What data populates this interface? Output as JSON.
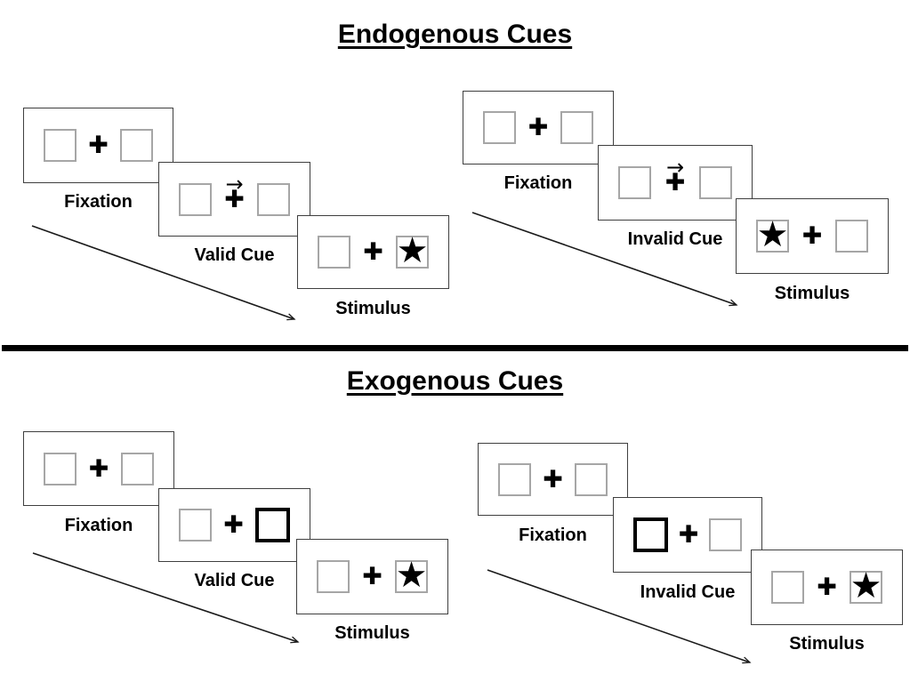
{
  "icons": {
    "plus": "✚",
    "star": "★",
    "cue_arrow": "→"
  },
  "colors": {
    "background": "#ffffff",
    "ink": "#000000",
    "panel_border": "#3f3f3f",
    "box_border": "#a6a6a6"
  },
  "sections": [
    {
      "title": "Endogenous Cues",
      "trials": [
        {
          "name": "valid",
          "panels": [
            {
              "label": "Fixation"
            },
            {
              "label": "Valid Cue"
            },
            {
              "label": "Stimulus"
            }
          ]
        },
        {
          "name": "invalid",
          "panels": [
            {
              "label": "Fixation"
            },
            {
              "label": "Invalid Cue"
            },
            {
              "label": "Stimulus"
            }
          ]
        }
      ]
    },
    {
      "title": "Exogenous Cues",
      "trials": [
        {
          "name": "valid",
          "panels": [
            {
              "label": "Fixation"
            },
            {
              "label": "Valid Cue"
            },
            {
              "label": "Stimulus"
            }
          ]
        },
        {
          "name": "invalid",
          "panels": [
            {
              "label": "Fixation"
            },
            {
              "label": "Invalid Cue"
            },
            {
              "label": "Stimulus"
            }
          ]
        }
      ]
    }
  ]
}
